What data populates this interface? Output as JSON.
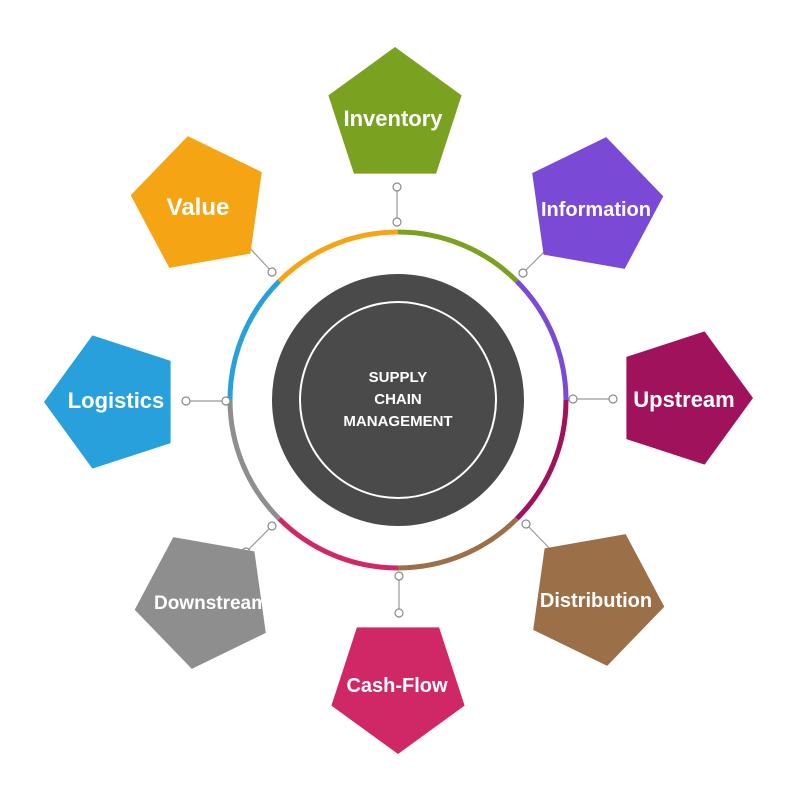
{
  "center": {
    "lines": [
      "SUPPLY",
      "CHAIN",
      "MANAGEMENT"
    ],
    "disc_color": "#4a4a4a",
    "ring_color": "#ffffff"
  },
  "items": [
    {
      "label": "Inventory",
      "color": "#7aa11f",
      "ring_color": "#7aa11f"
    },
    {
      "label": "Information",
      "color": "#7a49d6",
      "ring_color": "#7a49d6"
    },
    {
      "label": "Upstream",
      "color": "#a0125c",
      "ring_color": "#a0125c"
    },
    {
      "label": "Distribution",
      "color": "#9b7049",
      "ring_color": "#9b7049"
    },
    {
      "label": "Cash-Flow",
      "color": "#d02866",
      "ring_color": "#d02866"
    },
    {
      "label": "Downstream",
      "color": "#8e8e8e",
      "ring_color": "#8e8e8e"
    },
    {
      "label": "Logistics",
      "color": "#28a0dc",
      "ring_color": "#28a0dc"
    },
    {
      "label": "Value",
      "color": "#f5a513",
      "ring_color": "#f5a513"
    }
  ]
}
